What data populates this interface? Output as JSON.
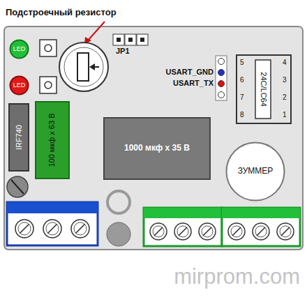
{
  "diagram": {
    "nodes": [
      {
        "text": [
          "LED"
        ]
      },
      {
        "text": [
          "LED"
        ]
      },
      {
        "text": [
          "IRF740"
        ]
      },
      {
        "text": [
          "100 мкф x 63 В"
        ]
      },
      {
        "text": [
          "1000 мкф x 35 В"
        ]
      },
      {
        "text": [
          "ЗУММЕР"
        ]
      },
      {
        "text": [
          "24C/LC64"
        ]
      }
    ],
    "labels": [
      "Подстроечный резистор",
      "JP1",
      "USART_GND",
      "USART_TX",
      "5",
      "4",
      "6",
      "3",
      "7",
      "2",
      "8",
      "1",
      "mirprom.com"
    ]
  }
}
